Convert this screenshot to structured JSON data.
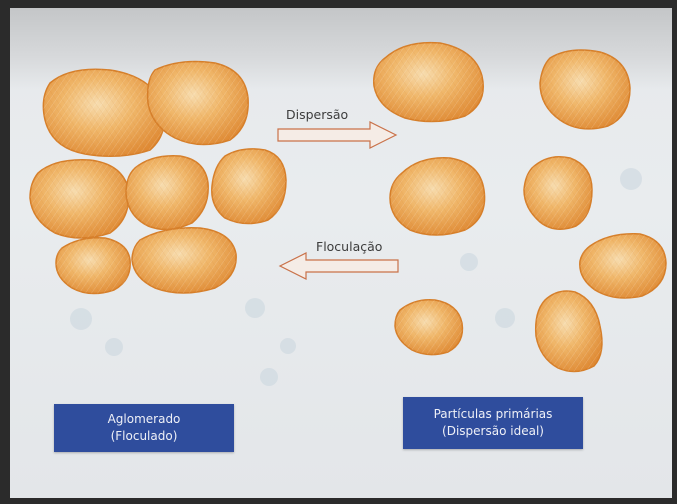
{
  "arrows": {
    "dispersion_label": "Dispersão",
    "flocculation_label": "Floculação"
  },
  "boxes": {
    "agglomerate": {
      "line1": "Aglomerado",
      "line2": "(Floculado)"
    },
    "primary": {
      "line1": "Partículas primárias",
      "line2": "(Dispersão ideal)"
    }
  },
  "colors": {
    "particle": "#e9a14d",
    "particle_edge": "#d67f2a",
    "box": "#2f4d9d",
    "arrow": "#c9724a"
  }
}
